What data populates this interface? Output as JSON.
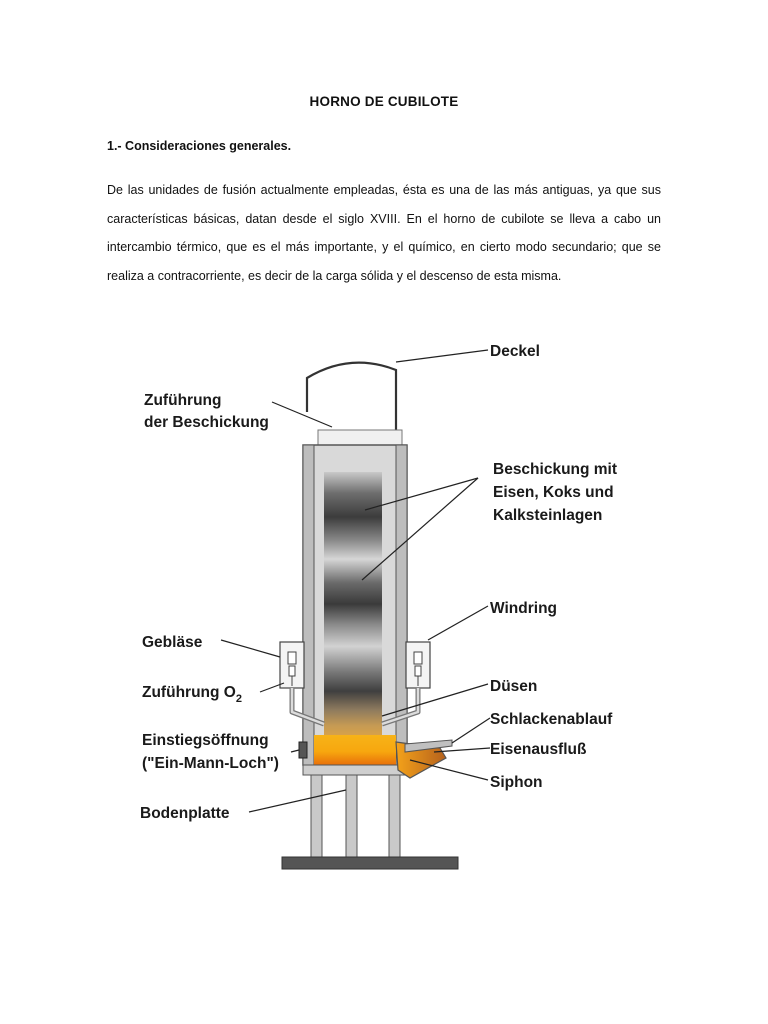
{
  "document": {
    "title": "HORNO DE CUBILOTE",
    "section_heading": "1.- Consideraciones generales.",
    "paragraph": "De las unidades de fusión actualmente empleadas, ésta es una de las más antiguas, ya que sus características básicas, datan desde el siglo XVIII. En el horno de cubilote se lleva a cabo un intercambio térmico, que es el más importante, y el químico, en cierto modo secundario; que se realiza a contracorriente, es decir de la carga sólida y el descenso de esta misma."
  },
  "diagram": {
    "labels": {
      "deckel": "Deckel",
      "zufuhrung_1": "Zuführung",
      "zufuhrung_2": "der Beschickung",
      "beschickung_1": "Beschickung mit",
      "beschickung_2": "Eisen, Koks und",
      "beschickung_3": "Kalksteinlagen",
      "windring": "Windring",
      "geblase": "Gebläse",
      "zufuhrung_o2": "Zuführung O",
      "o2_subscript": "2",
      "dusen": "Düsen",
      "schlackenablauf": "Schlackenablauf",
      "einstieg_1": "Einstiegsöffnung",
      "einstieg_2": "(\"Ein-Mann-Loch\")",
      "eisenausfluss": "Eisenausfluß",
      "siphon": "Siphon",
      "bodenplatte": "Bodenplatte"
    }
  }
}
